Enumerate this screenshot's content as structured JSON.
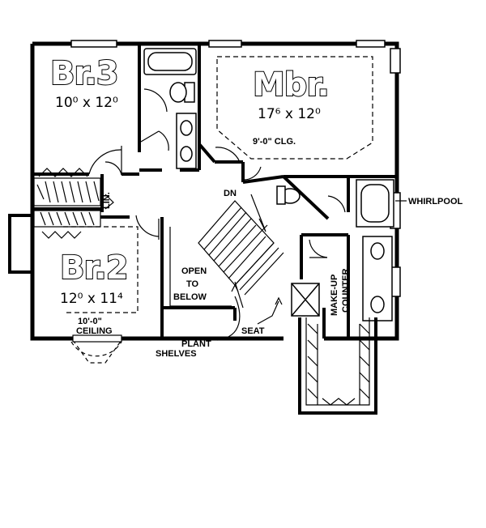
{
  "rooms": {
    "br3": {
      "name": "Br.3",
      "dims": "10⁰ x 12⁰"
    },
    "mbr": {
      "name": "Mbr.",
      "dims": "17⁶ x 12⁰",
      "ceiling": "9'-0\" CLG."
    },
    "br2": {
      "name": "Br.2",
      "dims": "12⁰ x 11⁴",
      "ceiling_line1": "10'-0\"",
      "ceiling_line2": "CEILING"
    }
  },
  "labels": {
    "lin": "LIN.",
    "dn": "DN",
    "whirlpool": "WHIRLPOOL",
    "open_line1": "OPEN",
    "open_line2": "TO",
    "open_line3": "BELOW",
    "makeup_line1": "MAKE-UP",
    "makeup_line2": "COUNTER",
    "seat": "SEAT",
    "plant_line1": "PLANT",
    "plant_line2": "SHELVES"
  }
}
